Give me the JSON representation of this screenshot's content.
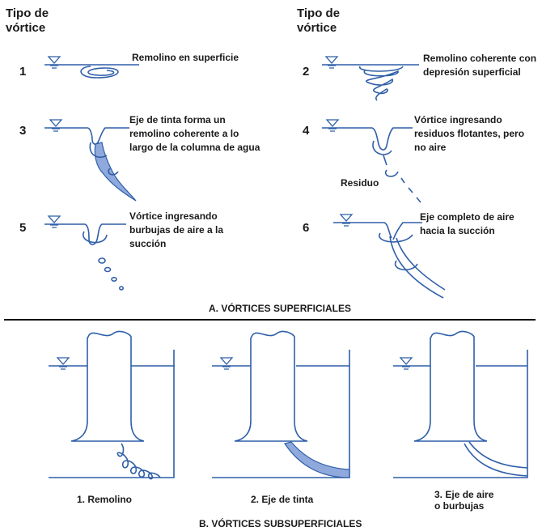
{
  "panel_a": {
    "header_left": [
      "Tipo de",
      "vórtice"
    ],
    "header_right": [
      "Tipo de",
      "vórtice"
    ],
    "items": [
      {
        "num": "1",
        "lines": [
          "Remolino en superficie"
        ]
      },
      {
        "num": "2",
        "lines": [
          "Remolino coherente con",
          "depresión superficial"
        ]
      },
      {
        "num": "3",
        "lines": [
          "Eje de tinta forma un",
          "remolino coherente a lo",
          "largo de la columna de agua"
        ]
      },
      {
        "num": "4",
        "lines": [
          "Vórtice ingresando",
          "residuos flotantes, pero",
          "no aire"
        ]
      },
      {
        "num": "5",
        "lines": [
          "Vórtice ingresando",
          "burbujas de aire a la",
          "succión"
        ]
      },
      {
        "num": "6",
        "lines": [
          "Eje completo de aire",
          "hacia la succión"
        ]
      }
    ],
    "residue_label": "Residuo",
    "section_title": "A. VÓRTICES SUPERFICIALES"
  },
  "panel_b": {
    "captions": [
      {
        "lines": [
          "1. Remolino"
        ]
      },
      {
        "lines": [
          "2. Eje de tinta"
        ]
      },
      {
        "lines": [
          "3. Eje de aire",
          "o burbujas"
        ]
      }
    ],
    "section_title": "B. VÓRTICES SUBSUPERFICIALES"
  },
  "colors": {
    "line": "#2f5fa8",
    "fill": "#8fa9dc",
    "text": "#1a1a1a"
  }
}
